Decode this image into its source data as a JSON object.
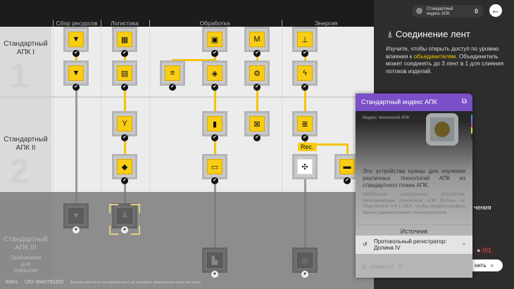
{
  "header": {
    "columns": [
      "Сбор ресурсов",
      "Логистика",
      "Обработка",
      "Энергия"
    ]
  },
  "rows": [
    {
      "label": "Стандартный АПК I",
      "number": "1"
    },
    {
      "label": "Стандартный АПК II",
      "number": "2"
    },
    {
      "label": "Стандартный АПК III",
      "requirement": "Требования для открытия"
    }
  ],
  "tree": {
    "recommended_badge": "Rec."
  },
  "footer": {
    "ping": "83ms",
    "uid": "UID: 6942792203",
    "note": "Версия для бета-тестирования II не отражает финальное качество игры"
  },
  "currency": {
    "label": "Стандартный индекс АПК",
    "value": "0"
  },
  "detail": {
    "title": "Соединение лент",
    "desc_before": "Изучите, чтобы открыть доступ по уровню влияния к ",
    "desc_highlight": "объединителям",
    "desc_after": ". Объединитель может соединять до 3 лент в 1 для слияния потоков изделий.",
    "partial_label": "чения",
    "cost": "0/1",
    "action": "нить"
  },
  "card": {
    "title": "Стандартный индекс АПК",
    "subtitle": "Индекс технологий АПК",
    "desc": "Эти устройства нужны для изучения различных технологий АПК из стандартного плана АПК.",
    "lore": "Небольшое электронное устройство, записывающее показатели АПК Долины IV. Подключите его к ПБА, чтобы скорректировать баланс развертывания технопротокола.",
    "source_header": "Источник",
    "source": "Протокольный регистратор: Долина IV",
    "owned_label": "Имеется",
    "owned_value": "0"
  },
  "colors": {
    "accent": "#f8cd14",
    "purple": "#7a4fc7"
  }
}
